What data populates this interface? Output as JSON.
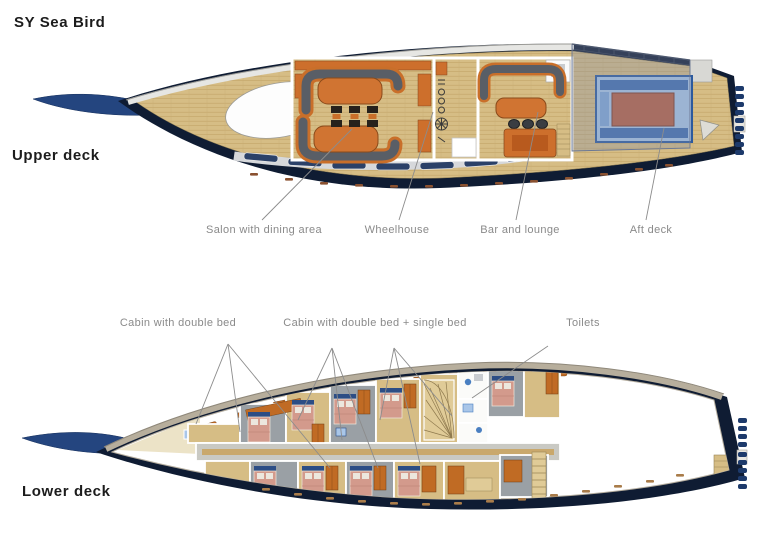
{
  "title": "SY Sea Bird",
  "upper": {
    "name": "Upper deck",
    "labels": [
      "Salon with dining area",
      "Wheelhouse",
      "Bar and lounge",
      "Aft deck"
    ]
  },
  "lower": {
    "name": "Lower deck",
    "labels": [
      "Cabin with double bed",
      "Cabin with double bed + single bed",
      "Toilets"
    ]
  },
  "colors": {
    "hull_navy": "#0f1c33",
    "bowsprit_blue": "#24457f",
    "deck_tan": "#d6bd85",
    "furniture_orange": "#cd6f2c",
    "sofa_gray": "#595e66",
    "bed_salmon": "#d39a8c",
    "accent_blue": "#3f6db0",
    "canopy_blue_gray": "#828ea9",
    "label_gray": "#8a8a8a"
  }
}
